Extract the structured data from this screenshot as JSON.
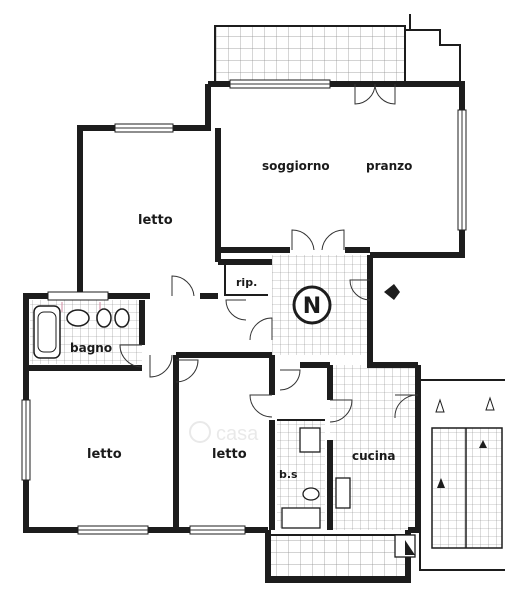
{
  "plan": {
    "rooms": {
      "soggiorno": "soggiorno",
      "pranzo": "pranzo",
      "letto_top": "letto",
      "rip": "rip.",
      "bagno": "bagno",
      "letto_left": "letto",
      "letto_mid": "letto",
      "bs": "b.s",
      "cucina": "cucina"
    },
    "north_symbol": "N",
    "watermark": "casa"
  },
  "colors": {
    "ink": "#1d1d1d",
    "paper": "#ffffff",
    "accent_pink": "#d08aa0"
  }
}
